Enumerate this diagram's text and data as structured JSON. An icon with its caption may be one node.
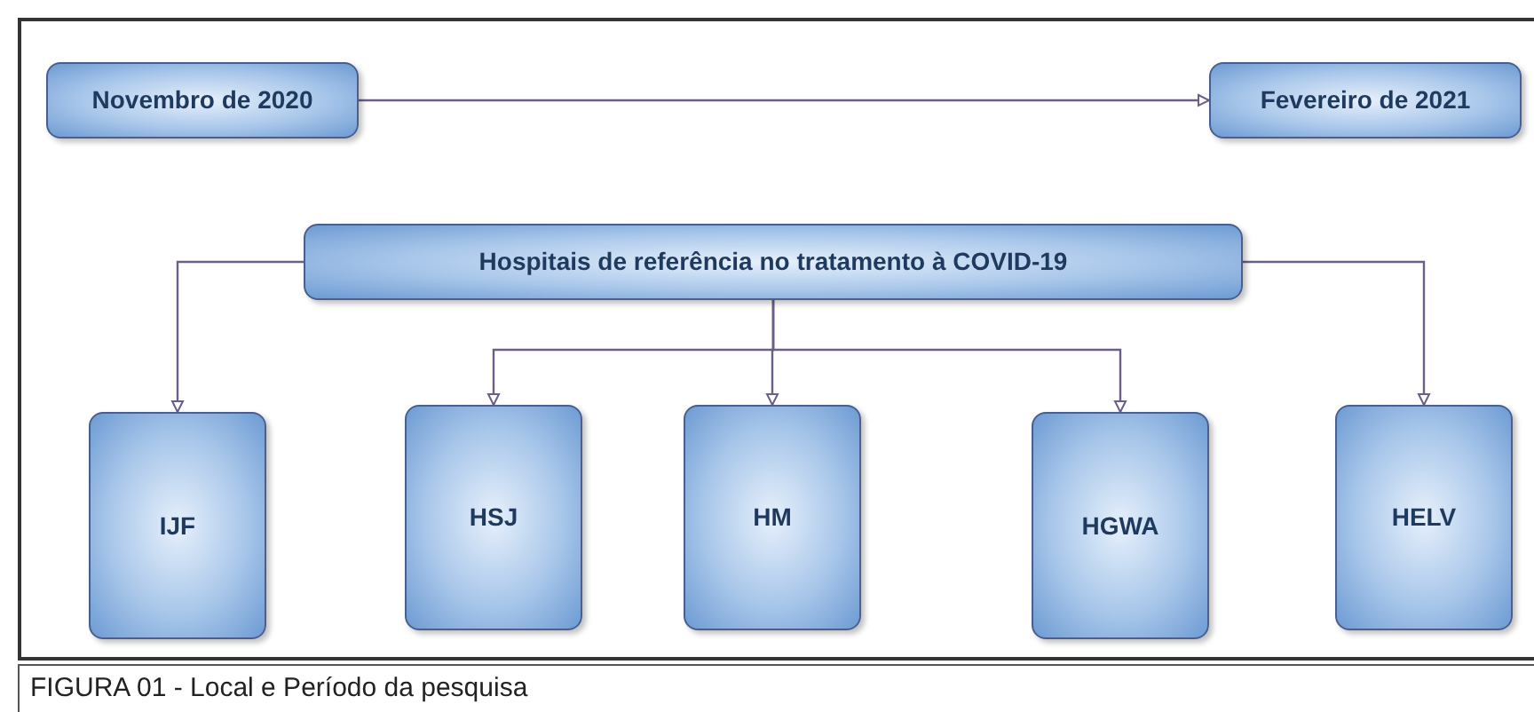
{
  "diagram": {
    "caption": "FIGURA 01 - Local e Período da pesquisa",
    "nodes": [
      {
        "text": [
          "Novembro de 2020"
        ]
      },
      {
        "text": [
          "Fevereiro de 2021"
        ]
      },
      {
        "text": [
          "Hospitais de referência no tratamento à COVID-19"
        ]
      },
      {
        "text": [
          "IJF"
        ]
      },
      {
        "text": [
          "HSJ"
        ]
      },
      {
        "text": [
          "HM"
        ]
      },
      {
        "text": [
          "HGWA"
        ]
      },
      {
        "text": [
          "HELV"
        ]
      }
    ],
    "edges": [
      {
        "from": 0,
        "to": 1,
        "arrow": "to"
      },
      {
        "from": 2,
        "to": 3,
        "arrow": "to"
      },
      {
        "from": 2,
        "to": 4,
        "arrow": "to"
      },
      {
        "from": 2,
        "to": 5,
        "arrow": "to"
      },
      {
        "from": 2,
        "to": 6,
        "arrow": "to"
      },
      {
        "from": 2,
        "to": 7,
        "arrow": "to"
      }
    ]
  }
}
